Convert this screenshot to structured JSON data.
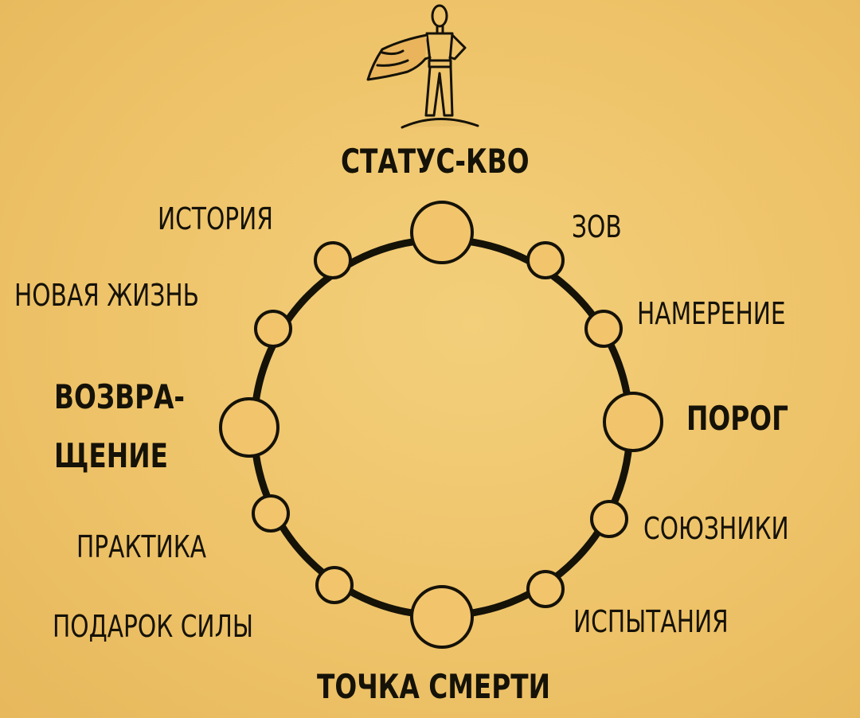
{
  "diagram": {
    "stages": {
      "status_quo": "СТАТУС-КВО",
      "call": "ЗОВ",
      "intention": "НАМЕРЕНИЕ",
      "threshold": "ПОРОГ",
      "allies": "СОЮЗНИКИ",
      "trials": "ИСПЫТАНИЯ",
      "death_point": "ТОЧКА СМЕРТИ",
      "gift_of_power": "ПОДАРОК СИЛЫ",
      "practice": "ПРАКТИКА",
      "return_line1": "ВОЗВРА-",
      "return_line2": "ЩЕНИЕ",
      "new_life": "НОВАЯ ЖИЗНЬ",
      "story": "ИСТОРИЯ"
    }
  },
  "colors": {
    "ink": "#151208",
    "node_fill": "#f2c56c"
  }
}
